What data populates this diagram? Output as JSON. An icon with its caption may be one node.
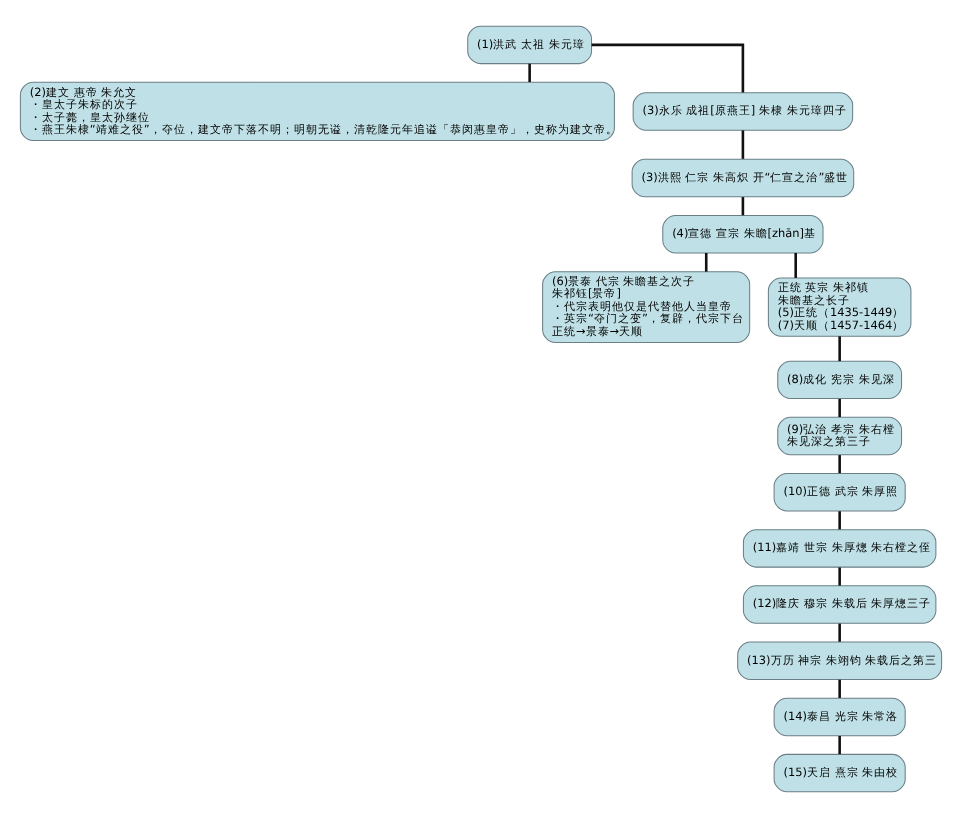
{
  "diagram": {
    "nodes": [
      {
        "text": [
          "(1)洪武 太祖 朱元璋"
        ]
      },
      {
        "text": [
          "(2)建文 惠帝 朱允文",
          "・皇太子朱标的次子",
          "・太子薨，皇太孙继位",
          "・燕王朱棣“靖难之役”，夺位，建文帝下落不明；明朝无谥，清乾隆元年追谥「恭闵惠皇帝」，史称为建文帝。"
        ]
      },
      {
        "text": [
          "(3)永乐 成祖[原燕王] 朱棣 朱元璋四子"
        ]
      },
      {
        "text": [
          "(3)洪熙 仁宗 朱高炽 开“仁宣之治”盛世"
        ]
      },
      {
        "text": [
          "(4)宣德 宣宗 朱瞻[zhān]基"
        ]
      },
      {
        "text": [
          "(6)景泰 代宗 朱瞻基之次子",
          "朱祁钰[景帝]",
          "・代宗表明他仅是代替他人当皇帝",
          "・英宗“夺门之变”，复辟，代宗下台",
          "正统→景泰→天顺"
        ]
      },
      {
        "text": [
          "正统 英宗 朱祁镇",
          "朱瞻基之长子",
          "(5)正统（1435-1449）",
          "(7)天顺（1457-1464）"
        ]
      },
      {
        "text": [
          "(8)成化 宪宗 朱见深"
        ]
      },
      {
        "text": [
          "(9)弘治 孝宗 朱右樘",
          "朱见深之第三子"
        ]
      },
      {
        "text": [
          "(10)正德 武宗 朱厚照"
        ]
      },
      {
        "text": [
          "(11)嘉靖 世宗 朱厚熜 朱右樘之侄"
        ]
      },
      {
        "text": [
          "(12)隆庆 穆宗 朱载后 朱厚熜三子"
        ]
      },
      {
        "text": [
          "(13)万历 神宗 朱翊钧 朱载后之第三"
        ]
      },
      {
        "text": [
          "(14)泰昌 光宗 朱常洛"
        ]
      },
      {
        "text": [
          "(15)天启 熹宗 朱由校"
        ]
      }
    ],
    "edges": [
      {
        "from": 0,
        "to": 1,
        "arrow": "none"
      },
      {
        "from": 0,
        "to": 2,
        "arrow": "none"
      },
      {
        "from": 2,
        "to": 3,
        "arrow": "none"
      },
      {
        "from": 3,
        "to": 4,
        "arrow": "none"
      },
      {
        "from": 4,
        "to": 5,
        "arrow": "none"
      },
      {
        "from": 4,
        "to": 6,
        "arrow": "none"
      },
      {
        "from": 6,
        "to": 7,
        "arrow": "none"
      },
      {
        "from": 7,
        "to": 8,
        "arrow": "none"
      },
      {
        "from": 8,
        "to": 9,
        "arrow": "none"
      },
      {
        "from": 9,
        "to": 10,
        "arrow": "none"
      },
      {
        "from": 10,
        "to": 11,
        "arrow": "none"
      },
      {
        "from": 11,
        "to": 12,
        "arrow": "none"
      },
      {
        "from": 12,
        "to": 13,
        "arrow": "none"
      },
      {
        "from": 13,
        "to": 14,
        "arrow": "none"
      }
    ]
  }
}
